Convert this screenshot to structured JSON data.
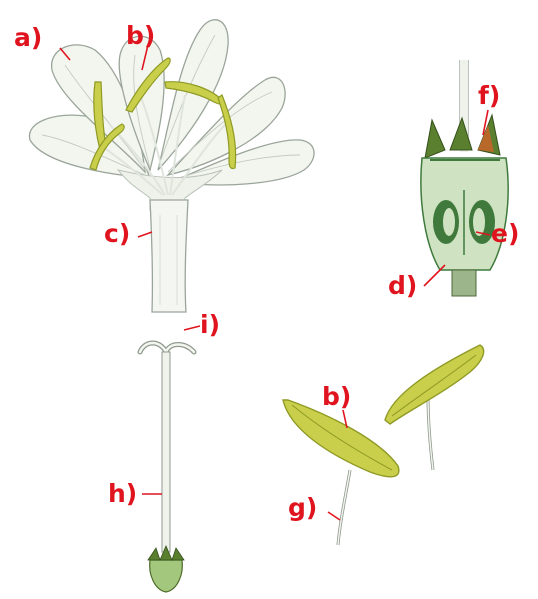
{
  "diagram": {
    "labels": {
      "a": "a)",
      "b_top": "b)",
      "c": "c)",
      "d": "d)",
      "e": "e)",
      "f": "f)",
      "g": "g)",
      "h": "h)",
      "i": "i)",
      "b_bottom": "b)"
    },
    "colors": {
      "label": "#e0141e",
      "petal_fill": "#f3f6ef",
      "petal_outline": "#9aa59a",
      "petal_vein": "#c3cbc3",
      "anther": "#c9cf4a",
      "anther_shade": "#8f9a25",
      "stalk": "#f0f3ec",
      "ovary_green": "#3f7a3c",
      "ovary_light": "#8bbf7a",
      "sepal_green": "#5a7f2e",
      "sepal_tip": "#b8692a"
    }
  }
}
